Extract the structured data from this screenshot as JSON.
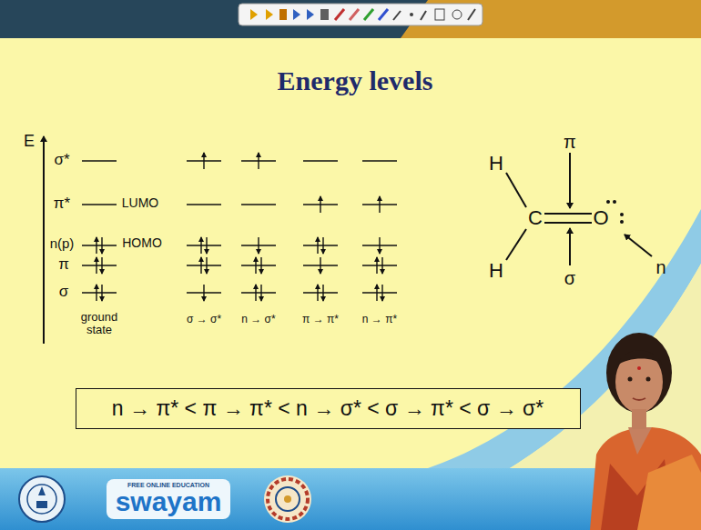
{
  "diagram": {
    "title": "Energy levels",
    "nodes": [
      {
        "text": [
          "n → π* < π → π* < n → σ* < σ → π* < σ → σ*"
        ]
      },
      {
        "text": [
          "FREE ONLINE EDUCATION",
          "swayam"
        ]
      }
    ],
    "labels": [
      "E",
      "σ*",
      "π*",
      "LUMO",
      "n(p)",
      "HOMO",
      "π",
      "σ",
      "ground state",
      "σ → σ*",
      "n → σ*",
      "π → π*",
      "n → π*",
      "H",
      "H",
      "C",
      "O",
      "π",
      "σ",
      "n"
    ]
  }
}
